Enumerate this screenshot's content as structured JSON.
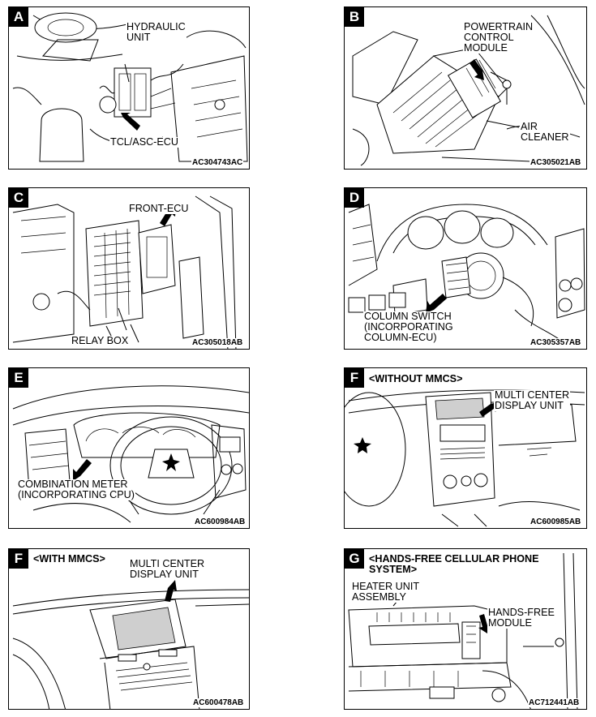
{
  "panels": [
    {
      "letter": "A",
      "labels": [
        "HYDRAULIC\nUNIT",
        "TCL/ASC-ECU"
      ],
      "code": "AC304743AC"
    },
    {
      "letter": "B",
      "labels": [
        "POWERTRAIN\nCONTROL\nMODULE",
        "AIR\nCLEANER"
      ],
      "code": "AC305021AB"
    },
    {
      "letter": "C",
      "labels": [
        "FRONT-ECU",
        "RELAY BOX"
      ],
      "code": "AC305018AB"
    },
    {
      "letter": "D",
      "labels": [
        "COLUMN SWITCH\n(INCORPORATING\nCOLUMN-ECU)"
      ],
      "code": "AC305357AB"
    },
    {
      "letter": "E",
      "labels": [
        "COMBINATION METER\n(INCORPORATING CPU)"
      ],
      "code": "AC600984AB"
    },
    {
      "letter": "F",
      "header": "<WITHOUT MMCS>",
      "labels": [
        "MULTI CENTER\nDISPLAY UNIT"
      ],
      "code": "AC600985AB"
    },
    {
      "letter": "F",
      "header": "<WITH MMCS>",
      "labels": [
        "MULTI CENTER\nDISPLAY UNIT"
      ],
      "code": "AC600478AB"
    },
    {
      "letter": "G",
      "header": "<HANDS-FREE CELLULAR PHONE\nSYSTEM>",
      "labels": [
        "HEATER UNIT\nASSEMBLY",
        "HANDS-FREE\nMODULE"
      ],
      "code": "AC712441AB"
    }
  ]
}
